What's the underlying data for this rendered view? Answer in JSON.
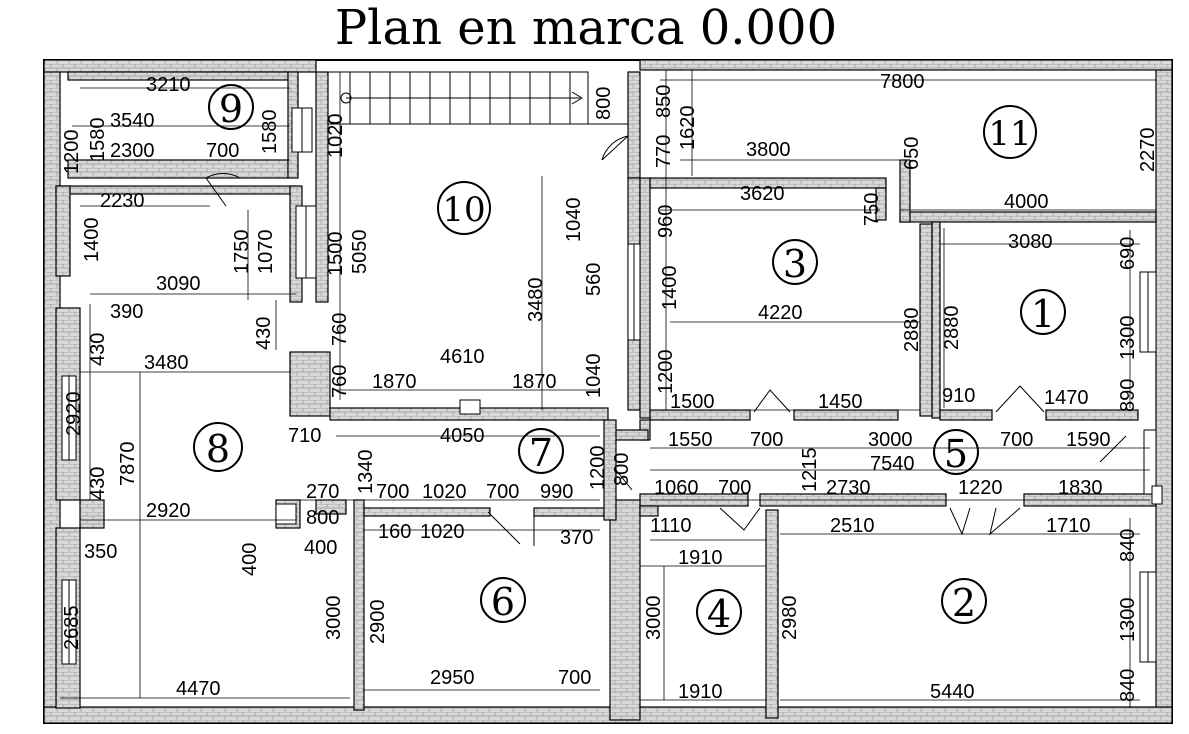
{
  "title": "Plan en marca 0.000",
  "rooms": [
    {
      "id": "room-1",
      "label": "1"
    },
    {
      "id": "room-2",
      "label": "2"
    },
    {
      "id": "room-3",
      "label": "3"
    },
    {
      "id": "room-4",
      "label": "4"
    },
    {
      "id": "room-5",
      "label": "5"
    },
    {
      "id": "room-6",
      "label": "6"
    },
    {
      "id": "room-7",
      "label": "7"
    },
    {
      "id": "room-8",
      "label": "8"
    },
    {
      "id": "room-9",
      "label": "9"
    },
    {
      "id": "room-10",
      "label": "10"
    },
    {
      "id": "room-11",
      "label": "11"
    }
  ],
  "dimensions": [
    "3210",
    "3540",
    "1200",
    "1580",
    "1580",
    "2300",
    "700",
    "2230",
    "1400",
    "1750",
    "1070",
    "3090",
    "390",
    "430",
    "430",
    "3480",
    "2920",
    "430",
    "7870",
    "2920",
    "350",
    "2685",
    "4470",
    "400",
    "400",
    "3000",
    "270",
    "800",
    "710",
    "1020",
    "1500",
    "5050",
    "760",
    "760",
    "1870",
    "4610",
    "1870",
    "1040",
    "1040",
    "560",
    "3480",
    "4050",
    "1340",
    "1200",
    "800",
    "700",
    "1020",
    "700",
    "990",
    "160",
    "1020",
    "370",
    "2900",
    "2950",
    "700",
    "800",
    "850",
    "770",
    "1620",
    "7800",
    "3800",
    "650",
    "2270",
    "4000",
    "3620",
    "750",
    "960",
    "1400",
    "4220",
    "2880",
    "1200",
    "1500",
    "1450",
    "3080",
    "690",
    "2880",
    "1300",
    "910",
    "1470",
    "890",
    "1550",
    "700",
    "1215",
    "3000",
    "700",
    "1590",
    "7540",
    "1060",
    "700",
    "2730",
    "1220",
    "1830",
    "1110",
    "1910",
    "3000",
    "1910",
    "2510",
    "1710",
    "2980",
    "840",
    "1300",
    "840",
    "5440"
  ]
}
